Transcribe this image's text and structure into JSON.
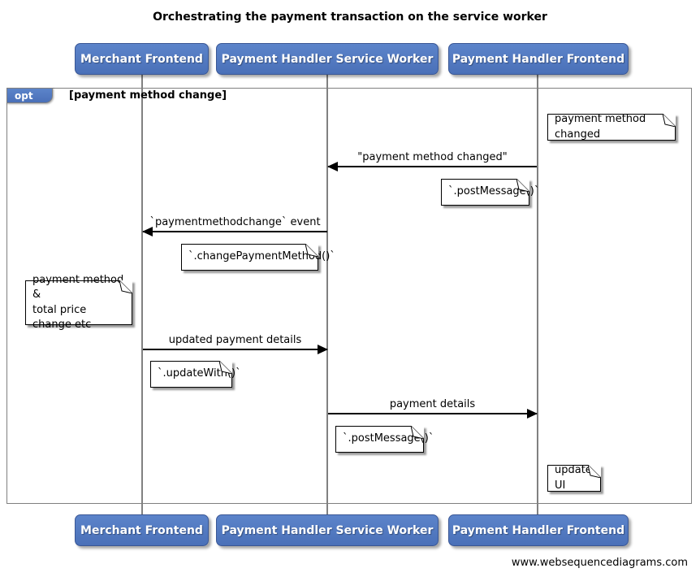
{
  "title": "Orchestrating the payment transaction on the service worker",
  "actors": [
    {
      "label": "Merchant Frontend"
    },
    {
      "label": "Payment Handler Service Worker"
    },
    {
      "label": "Payment Handler Frontend"
    }
  ],
  "fragment": {
    "operator": "opt",
    "condition": "[payment method change]"
  },
  "messages": [
    {
      "label": "\"payment method changed\"",
      "from": "Payment Handler Frontend",
      "to": "Payment Handler Service Worker",
      "direction": "left"
    },
    {
      "label": "`paymentmethodchange` event",
      "from": "Payment Handler Service Worker",
      "to": "Merchant Frontend",
      "direction": "left"
    },
    {
      "label": "updated payment details",
      "from": "Merchant Frontend",
      "to": "Payment Handler Service Worker",
      "direction": "right"
    },
    {
      "label": "payment details",
      "from": "Payment Handler Service Worker",
      "to": "Payment Handler Frontend",
      "direction": "right"
    }
  ],
  "notes": [
    {
      "text": "payment method changed",
      "over": "Payment Handler Frontend"
    },
    {
      "text": "`.postMessage()`",
      "over": "Payment Handler Frontend"
    },
    {
      "text": "`.changePaymentMethod()`",
      "over": "Payment Handler Service Worker"
    },
    {
      "text": "payment method &\ntotal price change etc",
      "over": "Merchant Frontend"
    },
    {
      "text": "`.updateWith()`",
      "over": "Merchant Frontend"
    },
    {
      "text": "`.postMessage()`",
      "over": "Payment Handler Service Worker"
    },
    {
      "text": "update UI",
      "over": "Payment Handler Frontend"
    }
  ],
  "footer": "www.websequencediagrams.com",
  "colors": {
    "actor_fill_top": "#5c84ca",
    "actor_fill_bottom": "#4a70b8",
    "actor_border": "#3a5795",
    "lifeline": "#818181",
    "fragment_border": "#808080",
    "note_fill": "#ffffff",
    "arrow": "#000000",
    "page_bg": "#ffffff"
  }
}
